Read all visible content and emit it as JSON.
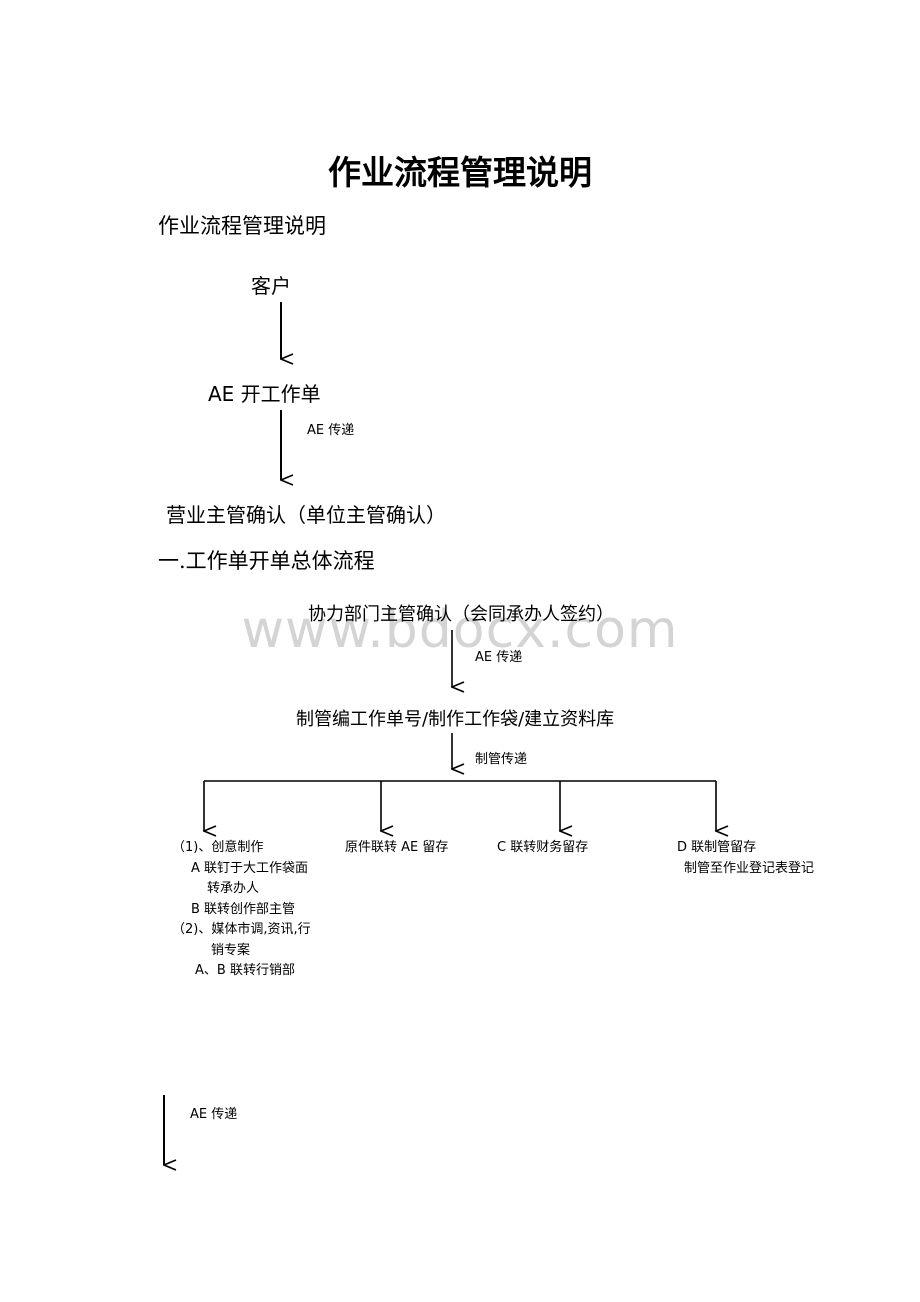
{
  "document": {
    "title": "作业流程管理说明",
    "subtitle": "作业流程管理说明",
    "watermark": "www.bdocx.com",
    "flow1": {
      "customer": "客户",
      "ae_open_order": "AE 开工作单",
      "ae_pass": "AE 传递",
      "sales_confirm": "营业主管确认（单位主管确认）"
    },
    "section1_heading": "一.工作单开单总体流程",
    "flow2": {
      "coop_confirm": "协力部门主管确认（会同承办人签约）",
      "ae_pass": "AE 传递",
      "production_step": "制管编工作单号/制作工作袋/建立资料库",
      "prod_pass": "制管传递",
      "branches": [
        {
          "lines": [
            "（1)、创意制作",
            "A 联钉于大工作袋面",
            "转承办人",
            "B 联转创作部主管",
            "（2)、媒体市调,资讯,行",
            "销专案",
            "A、B 联转行销部"
          ]
        },
        {
          "lines": [
            "原件联转 AE 留存"
          ]
        },
        {
          "lines": [
            "C 联转财务留存"
          ]
        },
        {
          "lines": [
            "D 联制管留存",
            "制管至作业登记表登记"
          ]
        }
      ]
    },
    "bottom_pass": "AE 传递"
  }
}
